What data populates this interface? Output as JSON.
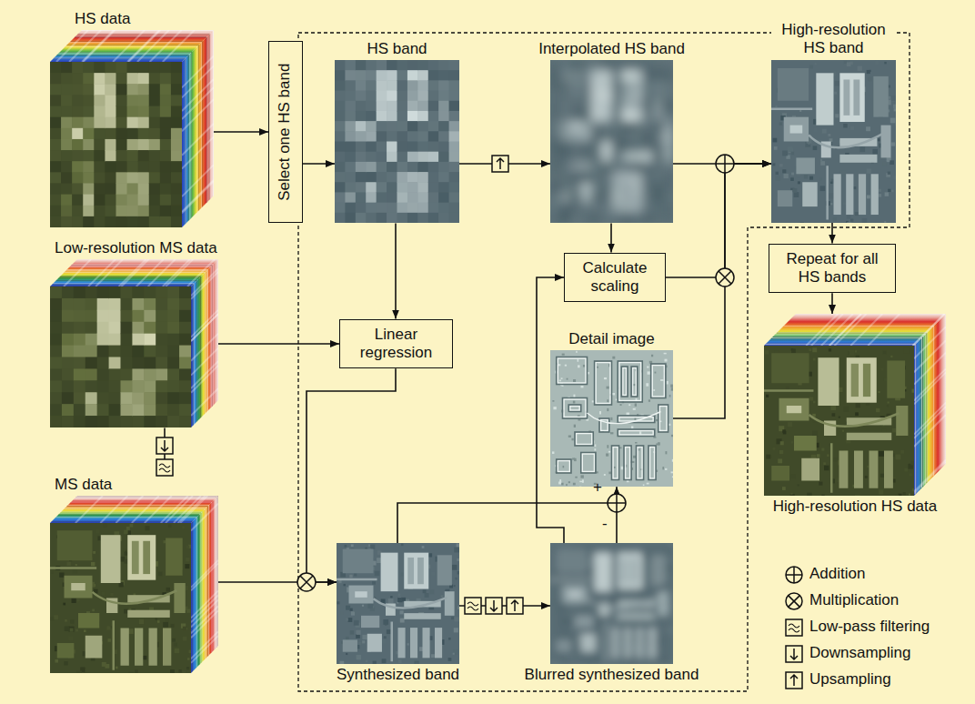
{
  "diagram": {
    "nodes": [
      {
        "text": [
          "HS data"
        ]
      },
      {
        "text": [
          "Select one HS band"
        ]
      },
      {
        "text": [
          "HS band"
        ]
      },
      {
        "text": [
          "Interpolated HS band"
        ]
      },
      {
        "text": [
          "High-resolution HS band"
        ]
      },
      {
        "text": [
          "Low-resolution MS data"
        ]
      },
      {
        "text": [
          "Calculate scaling"
        ]
      },
      {
        "text": [
          "Repeat for all HS bands"
        ]
      },
      {
        "text": [
          "Linear regression"
        ]
      },
      {
        "text": [
          "Detail image"
        ]
      },
      {
        "text": [
          "High-resolution HS data"
        ]
      },
      {
        "text": [
          "MS data"
        ]
      },
      {
        "text": [
          "Synthesized band"
        ]
      },
      {
        "text": [
          "Blurred synthesized band"
        ]
      }
    ],
    "edges": [
      {
        "from": 0,
        "to": 1,
        "arrow": "to"
      },
      {
        "from": 1,
        "to": 2,
        "arrow": "to"
      },
      {
        "from": 2,
        "to": 3,
        "arrow": "to"
      },
      {
        "from": 3,
        "to": 4,
        "arrow": "to"
      },
      {
        "from": 2,
        "to": 8,
        "arrow": "to"
      },
      {
        "from": 5,
        "to": 8,
        "arrow": "to"
      },
      {
        "from": 8,
        "to": 12,
        "arrow": "to"
      },
      {
        "from": 11,
        "to": 12,
        "arrow": "to"
      },
      {
        "from": 11,
        "to": 5,
        "arrow": "none"
      },
      {
        "from": 3,
        "to": 6,
        "arrow": "to"
      },
      {
        "from": 13,
        "to": 6,
        "arrow": "to"
      },
      {
        "from": 6,
        "to": 4,
        "arrow": "to"
      },
      {
        "from": 9,
        "to": 4,
        "arrow": "to"
      },
      {
        "from": 12,
        "to": 9,
        "arrow": "to"
      },
      {
        "from": 13,
        "to": 9,
        "arrow": "to"
      },
      {
        "from": 12,
        "to": 13,
        "arrow": "to"
      },
      {
        "from": 4,
        "to": 7,
        "arrow": "to"
      },
      {
        "from": 7,
        "to": 10,
        "arrow": "to"
      }
    ],
    "labels": [
      "+",
      "-"
    ],
    "legend": [
      {
        "text": "Addition"
      },
      {
        "text": "Multiplication"
      },
      {
        "text": "Low-pass filtering"
      },
      {
        "text": "Downsampling"
      },
      {
        "text": "Upsampling"
      }
    ]
  }
}
